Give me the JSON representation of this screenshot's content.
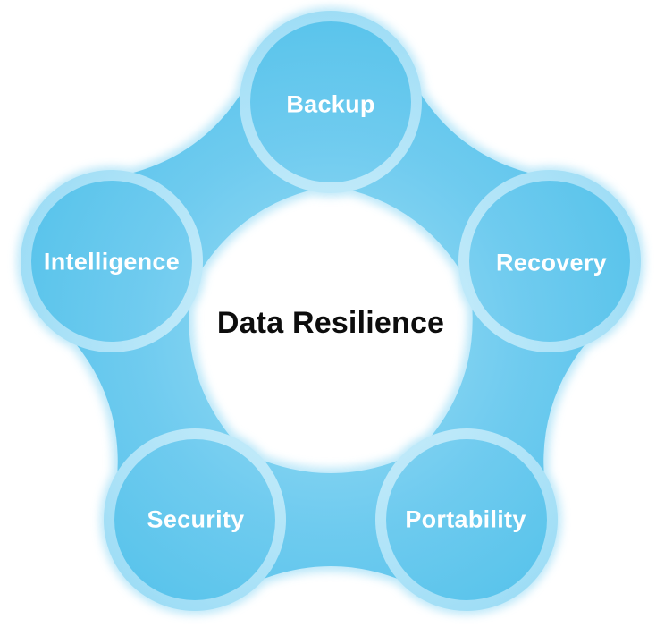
{
  "diagram": {
    "type": "hub-and-spokes",
    "center_label": "Data Resilience",
    "nodes": [
      {
        "id": "backup",
        "label": "Backup"
      },
      {
        "id": "recovery",
        "label": "Recovery"
      },
      {
        "id": "portability",
        "label": "Portability"
      },
      {
        "id": "security",
        "label": "Security"
      },
      {
        "id": "intelligence",
        "label": "Intelligence"
      }
    ]
  },
  "colors": {
    "background": "#ffffff",
    "glow": "#b5e5f8",
    "core_light": "#9cddf5",
    "core_mid": "#6fcbef",
    "core_dark": "#4ec0e9",
    "core_edge": "#44bae7",
    "ring_light": "#d6f2fc",
    "ring_mid": "#a9e1f7",
    "ring_dark": "#7fd1f0",
    "title_color": "#0d0d0d",
    "label_color": "#ffffff"
  }
}
